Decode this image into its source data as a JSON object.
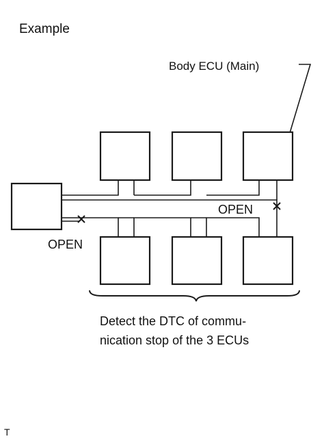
{
  "figure": {
    "heading": "Example",
    "main_ecu_label": "Body ECU (Main)",
    "open_label_right": "OPEN",
    "open_label_left": "OPEN",
    "footer_line_1": "Detect the DTC of commu-",
    "footer_line_2": "nication stop of the 3 ECUs",
    "corner_tag": "T"
  }
}
